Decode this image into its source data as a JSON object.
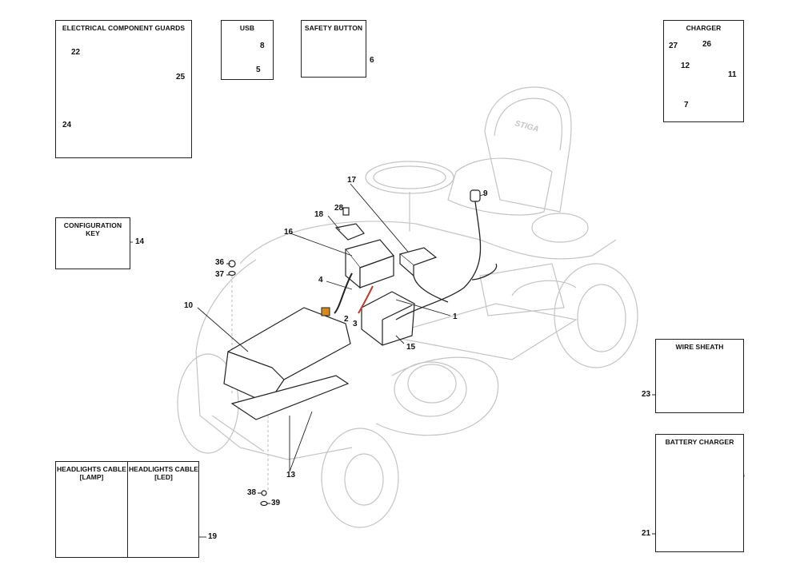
{
  "boxes": {
    "electrical_guards": "ELECTRICAL COMPONENT GUARDS",
    "usb": "USB",
    "safety_button": "SAFETY BUTTON",
    "charger": "CHARGER",
    "configuration_key": "CONFIGURATION KEY",
    "wire_sheath": "WIRE SHEATH",
    "battery_charger": "BATTERY CHARGER",
    "headlights_lamp_line1": "HEADLIGHTS CABLE",
    "headlights_lamp_line2": "[LAMP]",
    "headlights_led_line1": "HEADLIGHTS CABLE",
    "headlights_led_line2": "[LED]"
  },
  "callouts": {
    "n1": "1",
    "n2": "2",
    "n3": "3",
    "n4": "4",
    "n5": "5",
    "n6": "6",
    "n7": "7",
    "n8": "8",
    "n9": "9",
    "n10": "10",
    "n11": "11",
    "n12": "12",
    "n13": "13",
    "n14": "14",
    "n15": "15",
    "n16": "16",
    "n17": "17",
    "n18": "18",
    "n19": "19",
    "n21": "21",
    "n22": "22",
    "n23": "23",
    "n24": "24",
    "n25": "25",
    "n26": "26",
    "n27": "27",
    "n28": "28",
    "n36": "36",
    "n37": "37",
    "n38": "38",
    "n39": "39"
  },
  "seat_logo": "STIGA",
  "colors": {
    "line": "#222222",
    "faint": "#bdbdbd",
    "red": "#c0392b",
    "orange": "#d8891e"
  }
}
